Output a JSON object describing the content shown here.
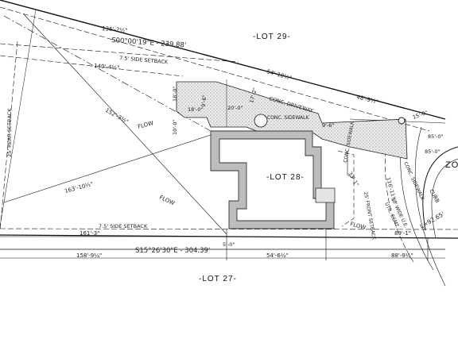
{
  "lots": {
    "lot29": "-LOT 29-",
    "lot28": "-LOT 28-",
    "lot27": "-LOT 27-",
    "zo": "ZO"
  },
  "bearings": {
    "north_line": "S00°00'19\"E - 239.88'",
    "south_line": "S15°26'30\"E - 304.39'",
    "arc_length": "L=92.65'"
  },
  "dimensions": {
    "d136": "136'-2½\"",
    "d140": "140'-4½\"",
    "d152": "152'-3½\"",
    "d163": "163'-10½\"",
    "d161": "161'-3\"",
    "d158": "158'-9¼\"",
    "d54_top": "54'-10½\"",
    "d48": "48'-9½\"",
    "d54_bot": "54'-6½\"",
    "d88": "88'-9¼\"",
    "d89": "89'-1\"",
    "d116": "116'-11½\"",
    "d18a": "18'-0\"",
    "d18b": "18'-0\"",
    "d10": "10'-0\"",
    "d20": "20'-0\"",
    "d15": "15'-0\"",
    "d85a": "85'-0\"",
    "d85b": "85'-0\"",
    "d9a": "9'-6\"",
    "d9b": "9'-6\"",
    "d17": "17'-2\"",
    "d5": "5'-0\"",
    "d33": "33'-1\""
  },
  "setbacks": {
    "side_top": "7.5' SIDE SETBACK",
    "side_bottom": "7.5' SIDE SETBACK",
    "rear": "25' REAR SETBACK",
    "front": "25' FRONT SETBACK",
    "ue": "10' WIDE U.E.",
    "ue_esmt": "UTIL. ESMT."
  },
  "notes": {
    "flow1": "FLOW",
    "flow2": "FLOW",
    "flow3": "FLOW",
    "driveway": "CONC. DRIVEWAY",
    "walk": "CONC. SIDEWALK",
    "walk_small": "CONC. SIDEWALK",
    "curb": "CURB",
    "sidewalk_r": "CONC. SIDEWALK"
  }
}
